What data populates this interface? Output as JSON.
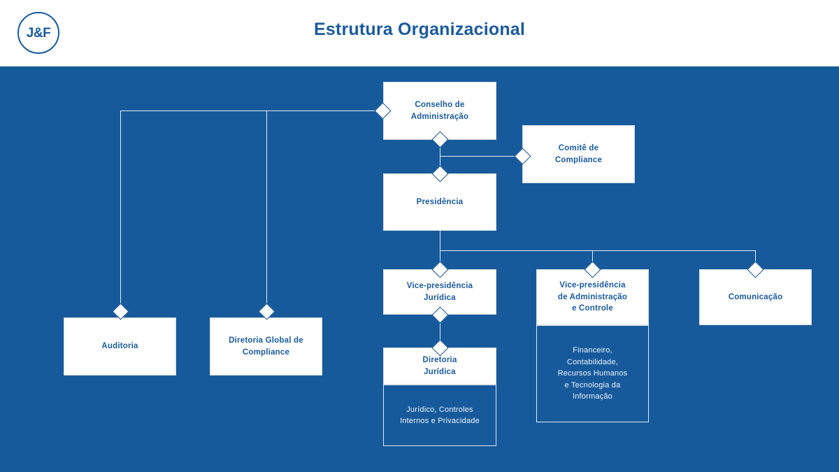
{
  "header": {
    "logo_text": "J&F",
    "logo_icon": "circle-monogram-icon",
    "title": "Estrutura Organizacional"
  },
  "colors": {
    "background_blue": "#165a9c",
    "node_fill": "#ffffff",
    "node_text": "#1a5a9e",
    "connector": "#e6ecf2",
    "subnode_text": "#f0f4f8"
  },
  "chart_data": {
    "type": "diagram",
    "title": "Estrutura Organizacional",
    "nodes": [
      {
        "id": "conselho",
        "label": "Conselho de Administração"
      },
      {
        "id": "comite",
        "label": "Comitê de Compliance"
      },
      {
        "id": "presidencia",
        "label": "Presidência"
      },
      {
        "id": "auditoria",
        "label": "Auditoria"
      },
      {
        "id": "diretoria-global",
        "label": "Diretoria Global de Compliance"
      },
      {
        "id": "vp-juridica",
        "label": "Vice-presidência Jurídica"
      },
      {
        "id": "vp-admin",
        "label": "Vice-presidência de Administração e Controle"
      },
      {
        "id": "comunicacao",
        "label": "Comunicação"
      },
      {
        "id": "dir-juridica",
        "label": "Diretoria Jurídica"
      }
    ],
    "subnodes": [
      {
        "id": "dir-juridica-areas",
        "parent": "dir-juridica",
        "label": "Jurídico, Controles Internos e Privacidade"
      },
      {
        "id": "vp-admin-areas",
        "parent": "vp-admin",
        "label": "Financeiro, Contabilidade, Recursos Humanos e Tecnologia da Informação"
      }
    ],
    "edges": [
      {
        "from": "conselho",
        "to": "auditoria"
      },
      {
        "from": "conselho",
        "to": "diretoria-global"
      },
      {
        "from": "conselho",
        "to": "comite"
      },
      {
        "from": "conselho",
        "to": "presidencia"
      },
      {
        "from": "presidencia",
        "to": "vp-juridica"
      },
      {
        "from": "presidencia",
        "to": "vp-admin"
      },
      {
        "from": "presidencia",
        "to": "comunicacao"
      },
      {
        "from": "vp-juridica",
        "to": "dir-juridica"
      }
    ]
  },
  "nodes": {
    "conselho": {
      "label": "Conselho de Administração",
      "line1": "Conselho de",
      "line2": "Administração"
    },
    "comite": {
      "label": "Comitê de Compliance",
      "line1": "Comitê de",
      "line2": "Compliance"
    },
    "presidencia": {
      "label": "Presidência"
    },
    "auditoria": {
      "label": "Auditoria"
    },
    "diretoria_global": {
      "label": "Diretoria Global de Compliance",
      "line1": "Diretoria Global de",
      "line2": "Compliance"
    },
    "vp_juridica": {
      "label": "Vice-presidência Jurídica",
      "line1": "Vice-presidência",
      "line2": "Jurídica"
    },
    "vp_admin": {
      "label": "Vice-presidência de Administração e Controle",
      "line1": "Vice-presidência",
      "line2": "de Administração",
      "line3": "e Controle"
    },
    "comunicacao": {
      "label": "Comunicação"
    },
    "dir_juridica": {
      "label": "Diretoria Jurídica",
      "line1": "Diretoria",
      "line2": "Jurídica"
    }
  },
  "subnodes": {
    "dir_juridica_areas": {
      "label": "Jurídico, Controles Internos e Privacidade",
      "line1": "Jurídico, Controles",
      "line2": "Internos e Privacidade"
    },
    "vp_admin_areas": {
      "label": "Financeiro, Contabilidade, Recursos Humanos e Tecnologia da Informação",
      "line1": "Financeiro,",
      "line2": "Contabilidade,",
      "line3": "Recursos Humanos",
      "line4": "e Tecnologia da",
      "line5": "Informação"
    }
  }
}
